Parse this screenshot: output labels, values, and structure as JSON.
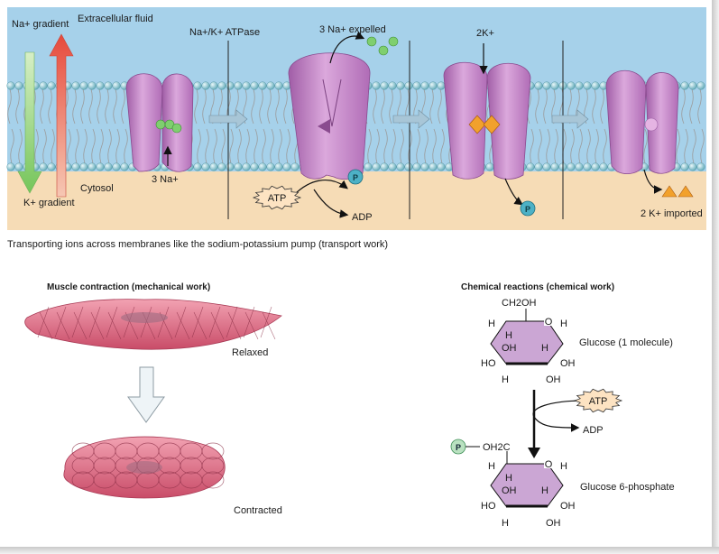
{
  "pump_panel": {
    "na_gradient": "Na+ gradient",
    "k_gradient": "K+ gradient",
    "extracellular": "Extracellular fluid",
    "cytosol": "Cytosol",
    "atpase": "Na+/K+ ATPase",
    "three_na_in": "3 Na+",
    "three_na_expelled": "3 Na+ expelled",
    "two_k": "2K+",
    "atp": "ATP",
    "adp": "ADP",
    "phosphate": "P",
    "two_k_imported": "2 K+ imported",
    "caption": "Transporting ions across membranes like the sodium-potassium pump (transport work)"
  },
  "muscle_panel": {
    "title": "Muscle contraction (mechanical work)",
    "relaxed": "Relaxed",
    "contracted": "Contracted"
  },
  "chemical_panel": {
    "title": "Chemical reactions (chemical work)",
    "glucose": "Glucose (1 molecule)",
    "g6p": "Glucose 6-phosphate",
    "atp": "ATP",
    "adp": "ADP",
    "phosphate": "P",
    "ch2oh": "CH2OH",
    "oh2c": "OH2C",
    "h": "H",
    "o": "O",
    "oh": "OH",
    "ho": "HO"
  },
  "colors": {
    "extracellular": "#a6d1ea",
    "cytosol": "#f6dcb6",
    "protein": "#c88ac9",
    "na_ion": "#7fcf6f",
    "k_ion": "#f2a12c",
    "phosphate": "#4db1c6",
    "atp_fill": "#fde3c2",
    "muscle": "#df6e86",
    "glucose_ring": "#cba6d4"
  },
  "icons": [
    "na-ion-icon",
    "k-ion-icon",
    "phosphate-icon",
    "atp-burst-icon",
    "transition-arrow-icon",
    "down-arrow-icon"
  ]
}
